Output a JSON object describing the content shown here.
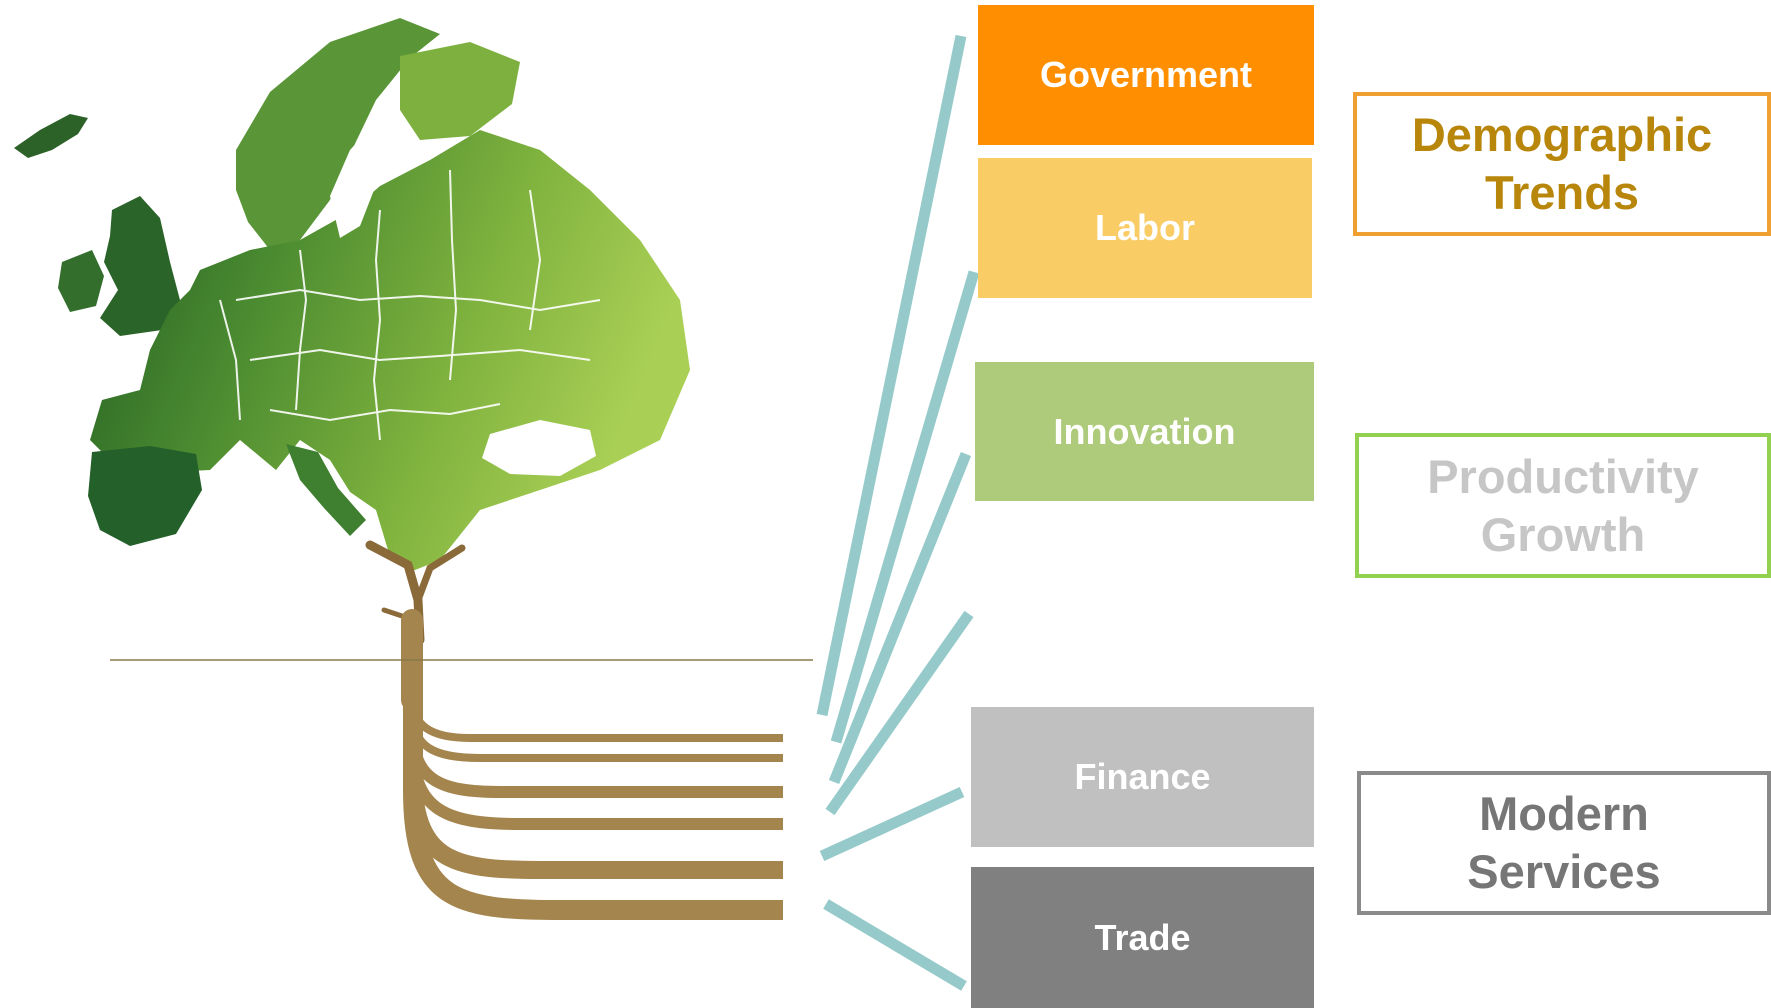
{
  "drivers": [
    {
      "label": "Government",
      "color": "#FF8F00"
    },
    {
      "label": "Labor",
      "color": "#F9CC66"
    },
    {
      "label": "Innovation",
      "color": "#AECB7C"
    },
    {
      "label": "Finance",
      "color": "#C0C0C0"
    },
    {
      "label": "Trade",
      "color": "#808080"
    }
  ],
  "outcomes": [
    {
      "line1": "Demographic",
      "line2": "Trends",
      "text_color": "#B8860B",
      "border_color": "#F0A030"
    },
    {
      "line1": "Productivity",
      "line2": "Growth",
      "text_color": "#C6C6C6",
      "border_color": "#92D050"
    },
    {
      "line1": "Modern",
      "line2": "Services",
      "text_color": "#767676",
      "border_color": "#8A8A8A"
    }
  ],
  "colors": {
    "root": "#A5854E",
    "connector": "#96CACA",
    "ground_line": "#8A7A4A",
    "map_dark": "#2E6B2A",
    "map_light": "#9CC84A"
  },
  "icons": {
    "illustration": "europe-map-tree-icon"
  }
}
